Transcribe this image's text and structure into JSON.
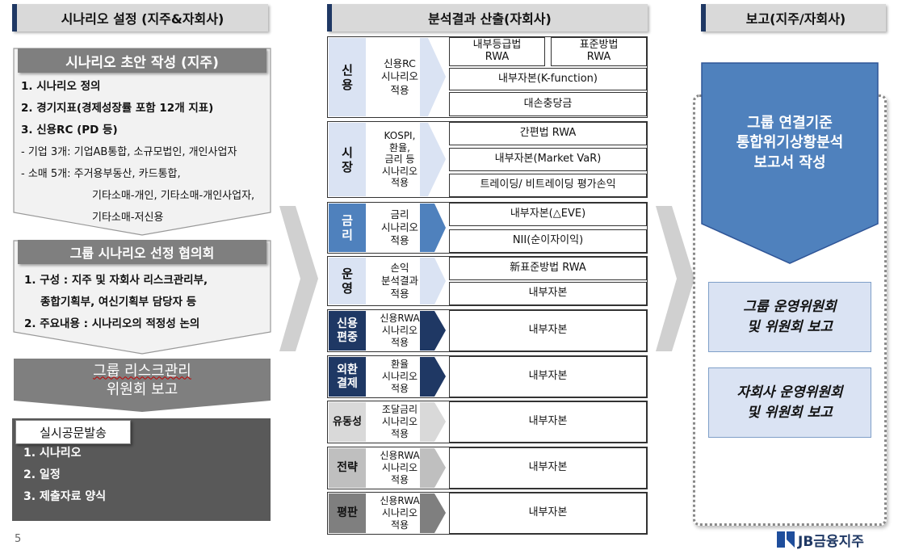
{
  "headers": {
    "left": "시나리오 설정 (지주&자회사)",
    "middle": "분석결과 산출(자회사)",
    "right": "보고(지주/자회사)"
  },
  "left": {
    "draft": {
      "title": "시나리오 초안 작성 (지주)",
      "items": [
        "1.  시나리오 정의",
        "2.  경기지표(경제성장률 포함 12개 지표)",
        "3.  신용RC (PD 등)",
        "  - 기업 3개:  기업AB통합, 소규모법인, 개인사업자",
        "  - 소매 5개:  주거용부동산, 카드통합,",
        "기타소매-개인, 기타소매-개인사업자,",
        "기타소매-저신용"
      ]
    },
    "council": {
      "title": "그룹 시나리오 선정 협의회",
      "items": [
        "1.  구성 : 지주 및 자회사 리스크관리부,",
        "종합기획부, 여신기획부 담당자 등",
        "2.  주요내용 : 시나리오의 적정성 논의"
      ]
    },
    "committee": {
      "line1": "그룹 리스크관리",
      "line2": "위원회 보고"
    },
    "dispatch": {
      "tab": "실시공문발송",
      "items": [
        "1.  시나리오",
        "2.  일정",
        "3.  제출자료 양식"
      ]
    }
  },
  "middle": {
    "credit": {
      "cat": "신\n용",
      "desc": "신용RC\n시나리오\n적용",
      "cells": [
        "내부등급법\nRWA",
        "표준방법\nRWA",
        "내부자본(K-function)",
        "대손충당금"
      ]
    },
    "market": {
      "cat": "시\n장",
      "desc": "KOSPI,\n환율,\n금리 등\n시나리오\n적용",
      "cells": [
        "간편법 RWA",
        "내부자본(Market  VaR)",
        "트레이딩/  비트레이딩  평가손익"
      ]
    },
    "rate": {
      "cat": "금\n리",
      "desc": "금리\n시나리오\n적용",
      "cells": [
        "내부자본(△EVE)",
        "NII(순이자이익)"
      ]
    },
    "ops": {
      "cat": "운\n영",
      "desc": "손익\n분석결과\n적용",
      "cells": [
        "新표준방법  RWA",
        "내부자본"
      ]
    },
    "concentration": {
      "cat": "신용\n편중",
      "desc": "신용RWA\n시나리오\n적용",
      "cell": "내부자본"
    },
    "fx": {
      "cat": "외환\n결제",
      "desc": "환율\n시나리오\n적용",
      "cell": "내부자본"
    },
    "liquidity": {
      "cat": "유동성",
      "desc": "조달금리\n시나리오\n적용",
      "cell": "내부자본"
    },
    "strategy": {
      "cat": "전략",
      "desc": "신용RWA\n시나리오\n적용",
      "cell": "내부자본"
    },
    "reputation": {
      "cat": "평판",
      "desc": "신용RWA\n시나리오\n적용",
      "cell": "내부자본"
    }
  },
  "right": {
    "report": "그룹 연결기준\n통합위기상황분석\n보고서 작성",
    "group_committee": "그룹 운영위원회\n및 위원회 보고",
    "sub_committee": "자회사 운영위원회\n및 위원회 보고"
  },
  "footer": {
    "page": "5",
    "logo_text": "JB금융지주"
  },
  "colors": {
    "navy": "#1f3864",
    "steel": "#4f81bd",
    "light_blue": "#dae3f3",
    "gray": "#7f7f7f",
    "dark": "#595959"
  }
}
